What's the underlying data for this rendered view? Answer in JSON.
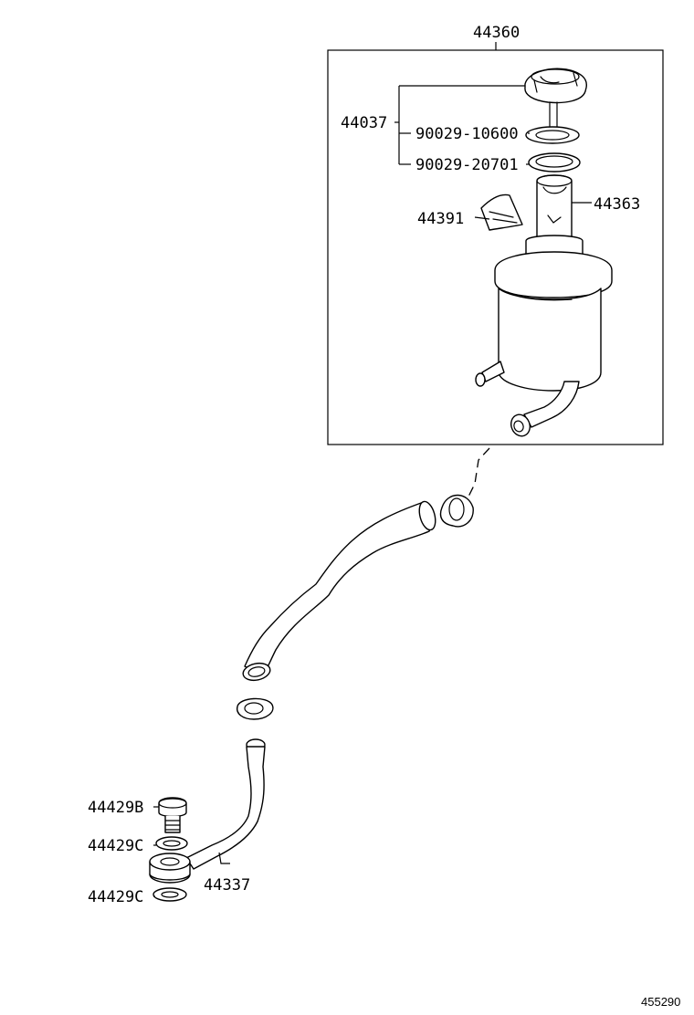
{
  "labels": {
    "assembly": "44360",
    "cap_group": "44037",
    "gasket_upper": "90029-10600",
    "gasket_lower": "90029-20701",
    "strainer": "44363",
    "label_sticker": "44391",
    "bolt": "44429B",
    "washer_upper": "44429C",
    "washer_lower": "44429C",
    "tube": "44337",
    "figure_code": "455290"
  }
}
